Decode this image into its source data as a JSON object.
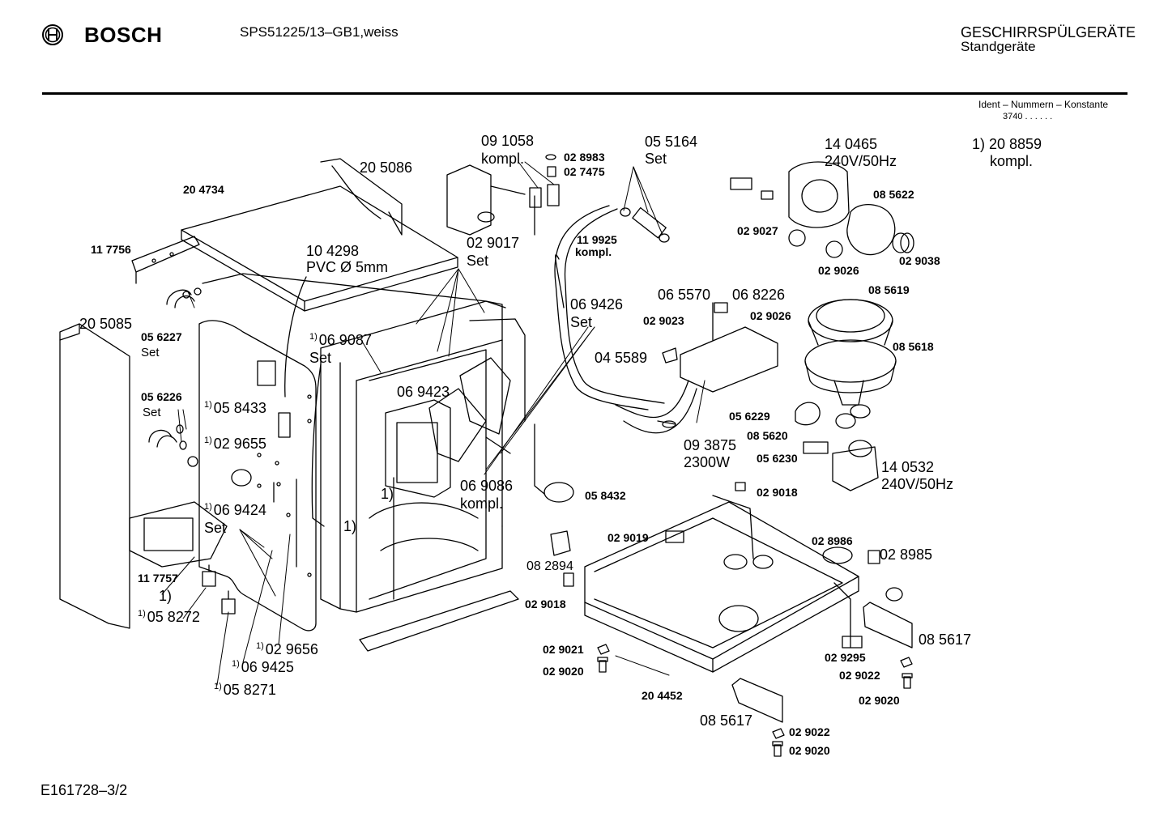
{
  "header": {
    "brand": "BOSCH",
    "model": "SPS51225/13–GB1,weiss",
    "category": "GESCHIRRSPÜLGERÄTE",
    "subcategory": "Standgeräte",
    "ident_label": "Ident – Nummern – Konstante",
    "ident_value": "3740  .  .   .  .  .  ."
  },
  "footer": {
    "doc_id": "E161728–3/2"
  },
  "footnote_marker": "1)",
  "labels": {
    "p205086": "20 5086",
    "p204734": "20 4734",
    "p117756": "11 7756",
    "p104298a": "10 4298",
    "p104298b": "PVC Ø 5mm",
    "p205085": "20 5085",
    "p056227": "05 6227",
    "set_056227": "Set",
    "p069087": "06 9087",
    "set_069087": "Set",
    "p056226": "05 6226",
    "set_056226": "Set",
    "p058433": "05 8433",
    "p029655": "02 9655",
    "p069424": "06 9424",
    "set_069424": "Set",
    "p117757": "11 7757",
    "fn_a": "1)",
    "p058272": "05 8272",
    "p029656": "02 9656",
    "p069425": "06 9425",
    "p058271": "05 8271",
    "p091058": "09 1058",
    "kompl_091058": "kompl.",
    "p028983": "02 8983",
    "p027475": "02 7475",
    "p029017": "02 9017",
    "set_029017": "Set",
    "p069423": "06 9423",
    "fn_b": "1)",
    "fn_c": "1)",
    "p055164": "05 5164",
    "set_055164": "Set",
    "p119925": "11 9925",
    "kompl_119925": "kompl.",
    "p069426": "06 9426",
    "set_069426": "Set",
    "p069086": "06 9086",
    "kompl_069086": "kompl.",
    "p058432": "05 8432",
    "p082894": "08 2894",
    "p140465": "14 0465",
    "v140465": "240V/50Hz",
    "p085622": "08 5622",
    "p029027": "02 9027",
    "p029026a": "02 9026",
    "p029038": "02 9038",
    "p208859": "1) 20 8859",
    "kompl_208859": "kompl.",
    "p065570": "06 5570",
    "p068226": "06 8226",
    "p029023": "02 9023",
    "p029026b": "02 9026",
    "p045589": "04 5589",
    "p085619": "08 5619",
    "p085618": "08 5618",
    "p056229": "05 6229",
    "p085620": "08 5620",
    "p093875": "09 3875",
    "w093875": "2300W",
    "p056230": "05 6230",
    "p140532": "14 0532",
    "v140532": "240V/50Hz",
    "p029018a": "02 9018",
    "p029019": "02 9019",
    "p028986": "02 8986",
    "p028985": "02 8985",
    "p029018b": "02 9018",
    "p029021": "02 9021",
    "p029020a": "02 9020",
    "p204452": "20 4452",
    "p085617a": "08 5617",
    "p029295": "02 9295",
    "p029022a": "02 9022",
    "p029020b": "02 9020",
    "p085617b": "08 5617",
    "p029022b": "02 9022",
    "p029020c": "02 9020"
  }
}
